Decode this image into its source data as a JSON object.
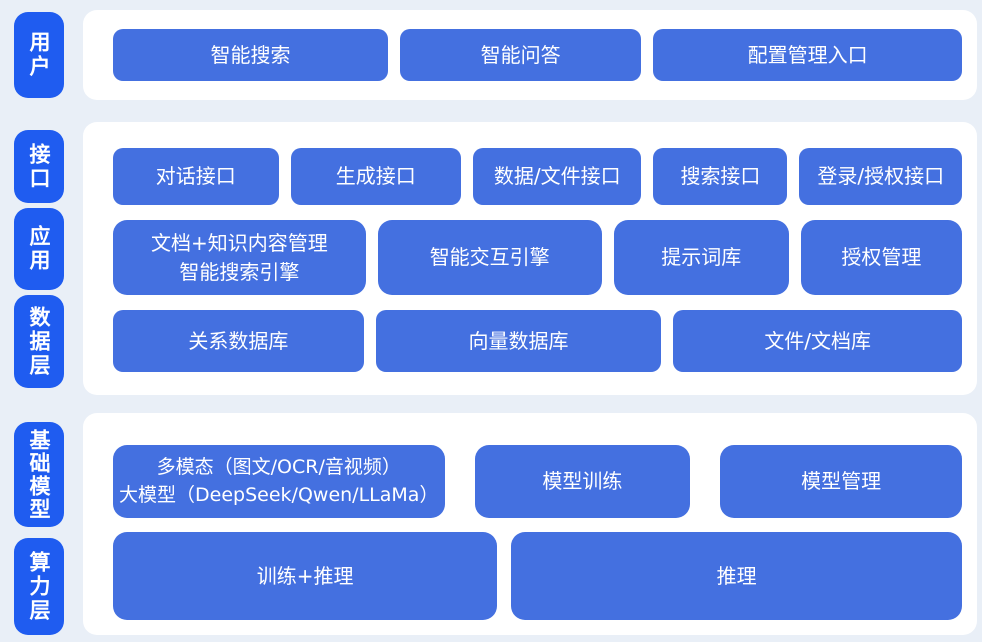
{
  "diagram_title": "layered-ai-platform-architecture",
  "colors": {
    "page_bg": "#e9eff7",
    "panel_bg": "#ffffff",
    "pill_blue": "#1f5cf0",
    "node_blue": "#4470e0",
    "text": "#ffffff"
  },
  "rails": {
    "user": "用户",
    "interface": "接口",
    "application": "应用",
    "data": "数据层",
    "base_model": "基础模型",
    "compute": "算力层"
  },
  "rows": {
    "user": [
      "智能搜索",
      "智能问答",
      "配置管理入口"
    ],
    "interface": [
      "对话接口",
      "生成接口",
      "数据/文件接口",
      "搜索接口",
      "登录/授权接口"
    ],
    "application": [
      "文档+知识内容管理\n智能搜索引擎",
      "智能交互引擎",
      "提示词库",
      "授权管理"
    ],
    "data": [
      "关系数据库",
      "向量数据库",
      "文件/文档库"
    ],
    "model": [
      "多模态（图文/OCR/音视频）\n大模型（DeepSeek/Qwen/LLaMa）",
      "模型训练",
      "模型管理"
    ],
    "compute": [
      "训练+推理",
      "推理"
    ]
  }
}
